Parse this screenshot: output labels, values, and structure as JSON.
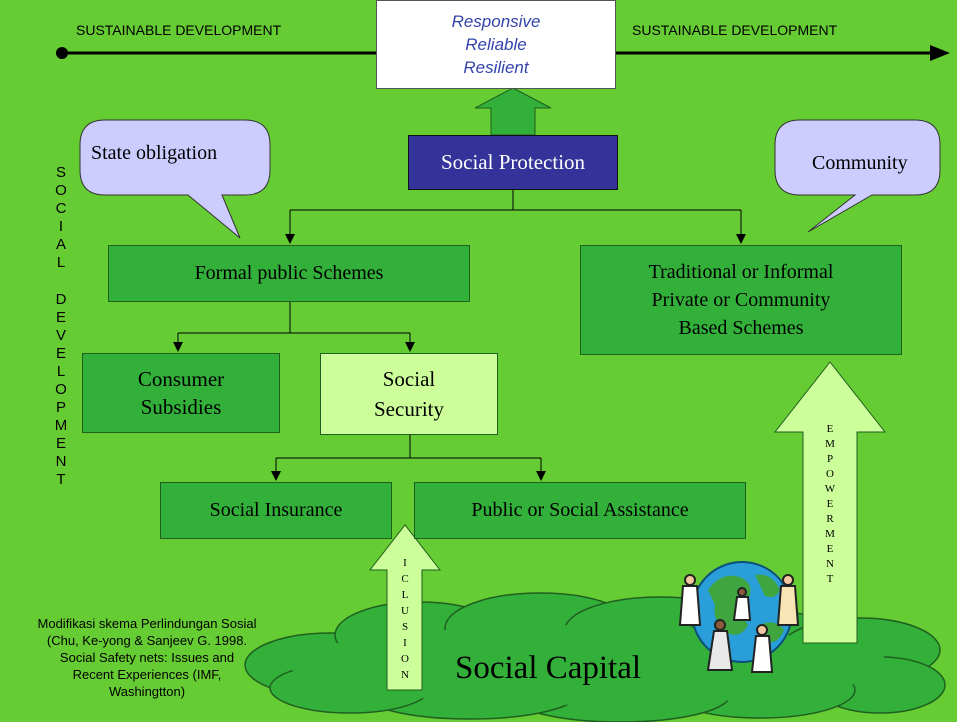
{
  "top_arrow": {
    "left_label": "SUSTAINABLE DEVELOPMENT",
    "right_label": "SUSTAINABLE DEVELOPMENT"
  },
  "goals_box": {
    "line1": "Responsive",
    "line2": "Reliable",
    "line3": "Resilient"
  },
  "social_protection": "Social Protection",
  "callouts": {
    "state": "State obligation",
    "community": "Community"
  },
  "formal": "Formal public Schemes",
  "informal": {
    "line1": "Traditional or Informal",
    "line2": "Private or Community",
    "line3": "Based Schemes"
  },
  "consumer": {
    "line1": "Consumer",
    "line2": "Subsidies"
  },
  "security": {
    "line1": "Social",
    "line2": "Security"
  },
  "insurance": "Social Insurance",
  "assistance": "Public or Social Assistance",
  "side_label": {
    "word1": "SOCIAL",
    "word2": "DEVELOPMENT"
  },
  "inclusion_arrow": "ICLUSION",
  "empowerment_arrow": "EMPOWERMENT",
  "capital": "Social Capital",
  "source": {
    "line1": "Modifikasi skema Perlindungan Sosial",
    "line2": "(Chu, Ke-yong & Sanjeev G. 1998.",
    "line3": "Social Safety nets: Issues and",
    "line4": "Recent Experiences (IMF,",
    "line5": "Washingtton)"
  },
  "colors": {
    "background": "#66cc33",
    "dark_box": "#33b03a",
    "light_box": "#ccff99",
    "navy": "#333399",
    "callout": "#ccccff"
  }
}
